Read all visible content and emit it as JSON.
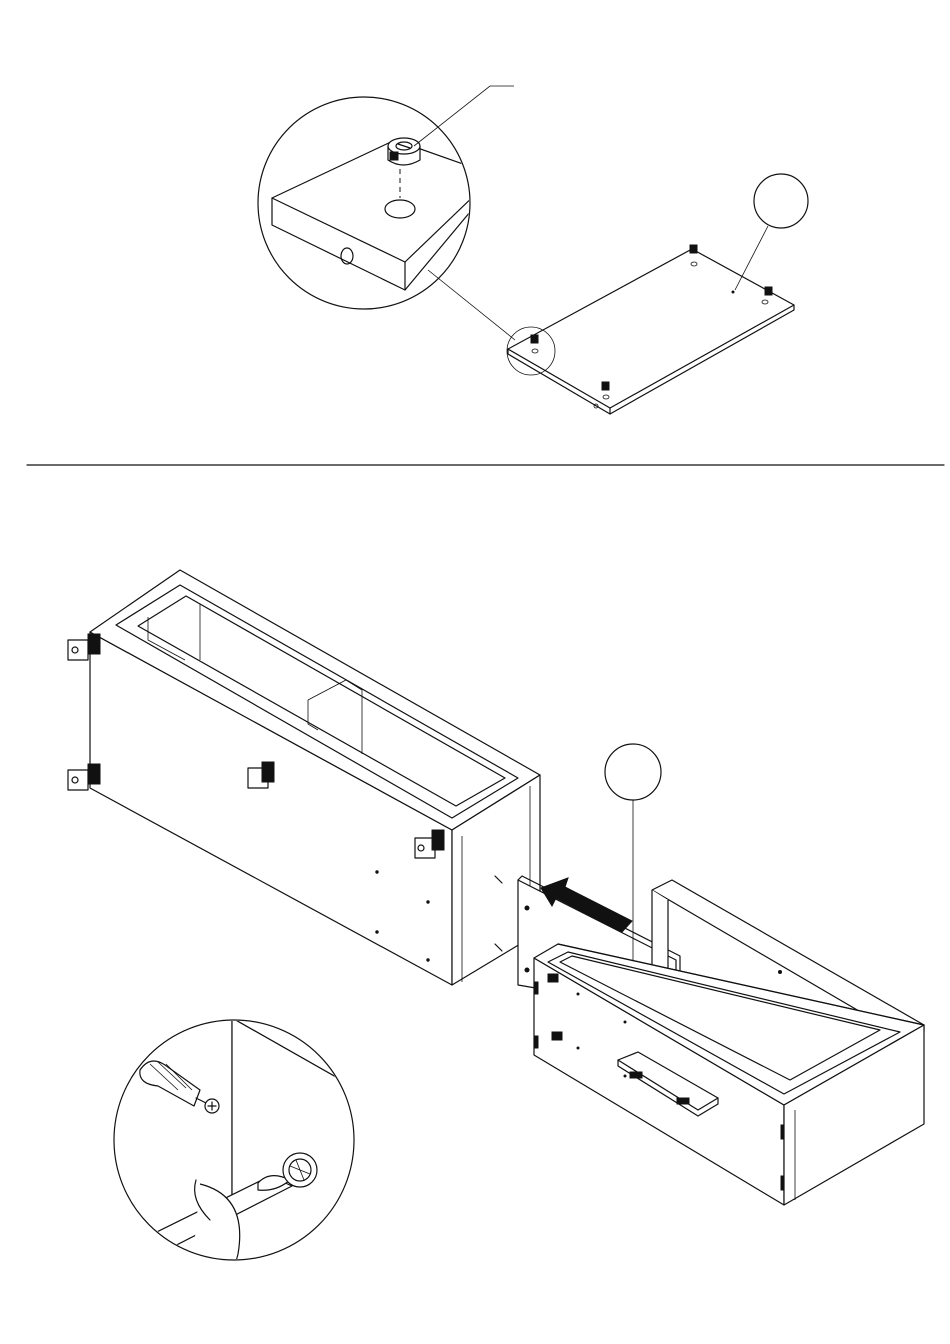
{
  "diagram": {
    "kind": "furniture-assembly-instructions",
    "steps": [
      {
        "name": "insert-cam-locks-into-panel"
      },
      {
        "name": "attach-side-panel-to-cabinet-and-tighten-cams"
      }
    ],
    "part_callouts": [
      {
        "name": "callout-panel-step1",
        "label": ""
      },
      {
        "name": "callout-panel-step2",
        "label": ""
      }
    ],
    "icons": [
      "cam-lock-icon",
      "screwdriver-icon",
      "rotation-arrow-icon",
      "push-arrow-icon"
    ]
  }
}
